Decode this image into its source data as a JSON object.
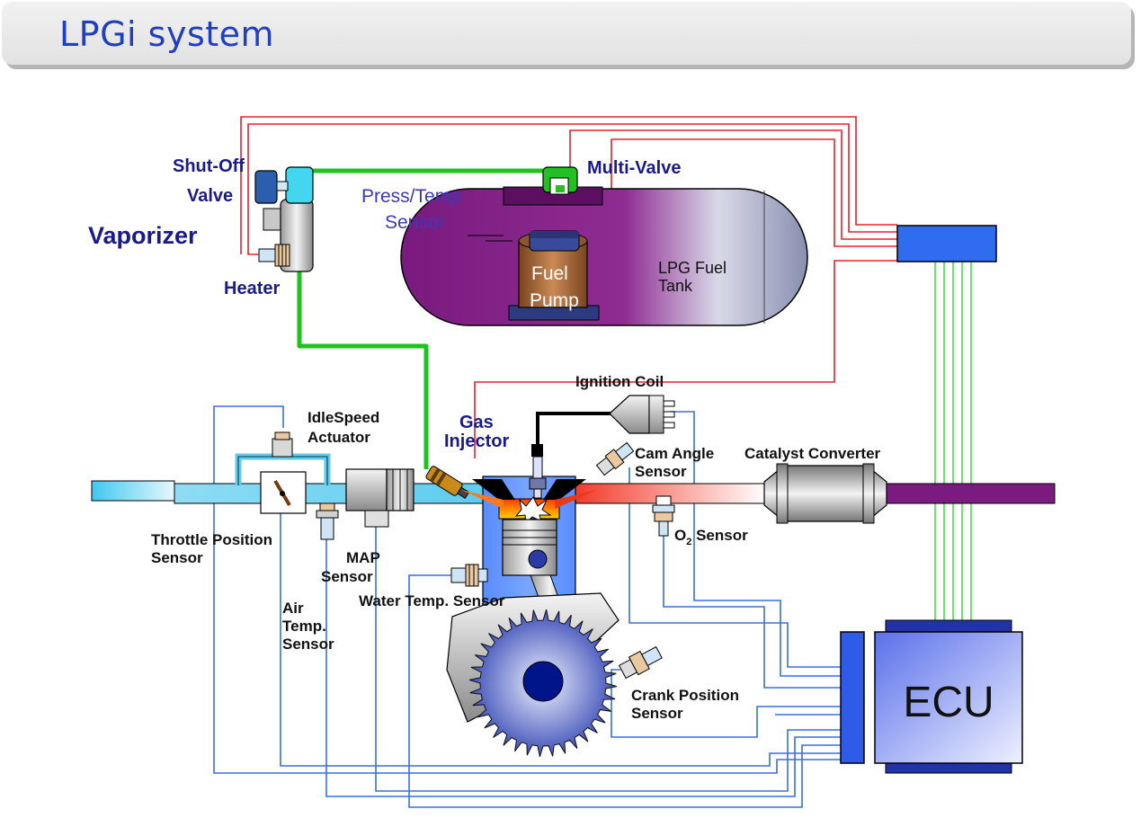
{
  "title": "LPGi system",
  "labels": {
    "shut_off_1": "Shut-Off",
    "shut_off_2": "Valve",
    "vaporizer": "Vaporizer",
    "heater": "Heater",
    "press_temp_1": "Press/Temp",
    "press_temp_2": "Sensor",
    "multi_valve": "Multi-Valve",
    "fuel_pump_1": "Fuel",
    "fuel_pump_2": "Pump",
    "lpg_tank_1": "LPG Fuel",
    "lpg_tank_2": "Tank",
    "ignition_coil": "Ignition Coil",
    "gas_injector_1": "Gas",
    "gas_injector_2": "Injector",
    "idle_speed_1": "IdleSpeed",
    "idle_speed_2": "Actuator",
    "cam_angle_1": "Cam Angle",
    "cam_angle_2": "Sensor",
    "catalyst": "Catalyst Converter",
    "throttle_1": "Throttle Position",
    "throttle_2": "Sensor",
    "map_1": "MAP",
    "map_2": "Sensor",
    "o2_a": "O",
    "o2_sub": "2",
    "o2_b": " Sensor",
    "water_temp": "Water Temp. Sensor",
    "air_temp_1": "Air",
    "air_temp_2": "Temp.",
    "air_temp_3": "Sensor",
    "crank_1": "Crank Position",
    "crank_2": "Sensor",
    "ecu": "ECU"
  },
  "colors": {
    "title": "#1f3fbf",
    "fuel_line": "#1ec31e",
    "power_wire": "#e8212a",
    "signal_wire": "#3a6fe0",
    "ecu_bus": "#3ee63e",
    "tank": "#7b1a80",
    "ecu_fill": "#6f86f0"
  }
}
